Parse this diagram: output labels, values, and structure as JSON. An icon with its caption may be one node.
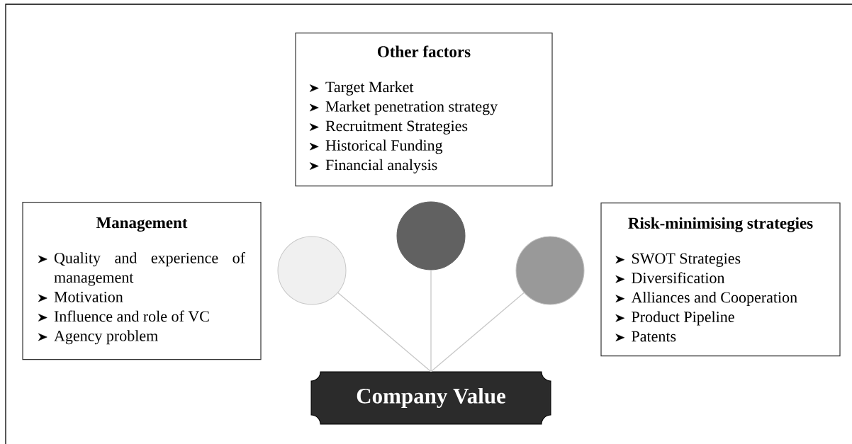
{
  "diagram": {
    "nodes": [
      {
        "text": [
          "Other factors",
          "Target Market",
          "Market penetration strategy",
          "Recruitment Strategies",
          "Historical Funding",
          "Financial analysis"
        ]
      },
      {
        "text": [
          "Management",
          "Quality and experience of management",
          "Motivation",
          "Influence and role of VC",
          "Agency problem"
        ]
      },
      {
        "text": [],
        "shape": "circle"
      },
      {
        "text": [],
        "shape": "circle"
      },
      {
        "text": [],
        "shape": "circle"
      },
      {
        "text": [
          "Risk-minimising strategies",
          "SWOT Strategies",
          "Diversification",
          "Alliances and Cooperation",
          "Product Pipeline",
          "Patents"
        ]
      },
      {
        "text": [
          "Company Value"
        ]
      }
    ],
    "edges": [
      {
        "from": 2,
        "to": 6,
        "arrow": "none"
      },
      {
        "from": 3,
        "to": 6,
        "arrow": "none"
      },
      {
        "from": 4,
        "to": 6,
        "arrow": "none"
      }
    ]
  }
}
